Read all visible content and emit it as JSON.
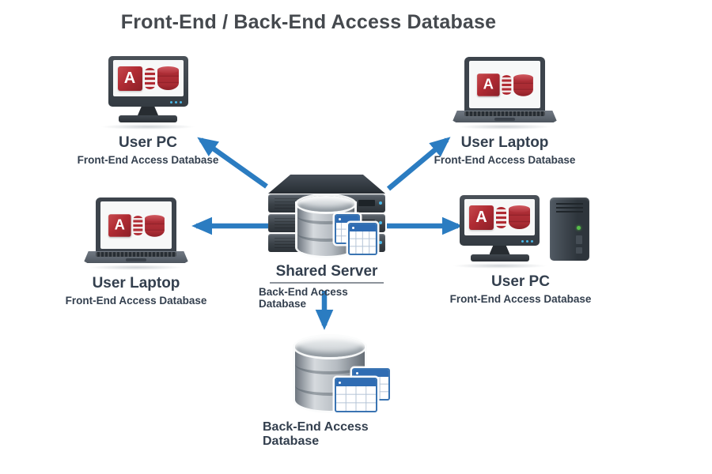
{
  "title": "Front-End / Back-End Access Database",
  "access_letter": "A",
  "nodes": {
    "top_left": {
      "name": "User PC",
      "subtitle": "Front-End Access Database",
      "icon": "desktop-monitor-access-icon"
    },
    "top_right": {
      "name": "User Laptop",
      "subtitle": "Front-End Access Database",
      "icon": "laptop-access-icon"
    },
    "mid_left": {
      "name": "User Laptop",
      "subtitle": "Front-End Access Database",
      "icon": "laptop-access-icon"
    },
    "mid_right": {
      "name": "User PC",
      "subtitle": "Front-End Access Database",
      "icon": "desktop-tower-access-icon"
    },
    "center": {
      "name": "Shared Server",
      "subtitle": "Back-End Access Database",
      "icon": "server-rack-database-icon"
    },
    "bottom": {
      "label": "Back-End Access Database",
      "icon": "database-cylinder-tables-icon"
    }
  },
  "arrows": [
    {
      "name": "arrow-server-to-user-pc-top-left",
      "direction": "up-left"
    },
    {
      "name": "arrow-server-to-user-laptop-top-right",
      "direction": "up-right"
    },
    {
      "name": "arrow-server-to-user-laptop-mid-left",
      "direction": "left"
    },
    {
      "name": "arrow-server-to-user-pc-mid-right",
      "direction": "right"
    },
    {
      "name": "arrow-server-to-back-end-database",
      "direction": "down"
    }
  ],
  "colors": {
    "arrow_blue": "#2b7cc1",
    "title_text": "#45494e",
    "label_text": "#333f4e",
    "underline_gray": "#8d939b",
    "access_red": "#b02b33",
    "access_red_dark": "#8c2028",
    "access_red_light": "#d05a60",
    "table_blue": "#2f6cb3",
    "table_grid": "#b3c3d6",
    "monitor_dark": "#343b42",
    "laptop_gray": "#5a626c",
    "server_dark": "#2e353c",
    "led_green": "#58bf4a",
    "slot_orange": "#b55a33",
    "dot_blue": "#49b8e8",
    "screen_white": "#f7f8f8"
  }
}
